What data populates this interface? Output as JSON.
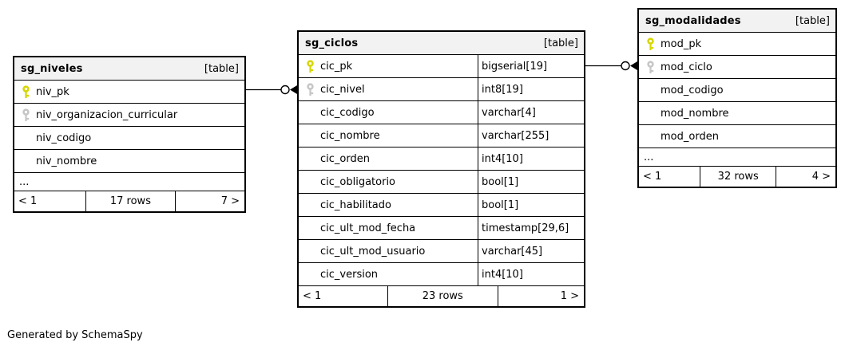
{
  "diagram": {
    "generated_by": "Generated by SchemaSpy",
    "key_colors": {
      "primary": "#d6d600",
      "foreign": "#c6c6c6"
    },
    "tables": [
      {
        "name": "sg_niveles",
        "badge": "[table]",
        "columns": [
          {
            "name": "niv_pk",
            "key": "primary"
          },
          {
            "name": "niv_organizacion_curricular",
            "key": "foreign"
          },
          {
            "name": "niv_codigo"
          },
          {
            "name": "niv_nombre"
          }
        ],
        "ellipsis": "...",
        "paging": {
          "prev": "< 1",
          "rows": "17 rows",
          "next": "7 >"
        }
      },
      {
        "name": "sg_ciclos",
        "badge": "[table]",
        "columns": [
          {
            "name": "cic_pk",
            "key": "primary",
            "type": "bigserial[19]"
          },
          {
            "name": "cic_nivel",
            "key": "foreign",
            "type": "int8[19]"
          },
          {
            "name": "cic_codigo",
            "type": "varchar[4]"
          },
          {
            "name": "cic_nombre",
            "type": "varchar[255]"
          },
          {
            "name": "cic_orden",
            "type": "int4[10]"
          },
          {
            "name": "cic_obligatorio",
            "type": "bool[1]"
          },
          {
            "name": "cic_habilitado",
            "type": "bool[1]"
          },
          {
            "name": "cic_ult_mod_fecha",
            "type": "timestamp[29,6]"
          },
          {
            "name": "cic_ult_mod_usuario",
            "type": "varchar[45]"
          },
          {
            "name": "cic_version",
            "type": "int4[10]"
          }
        ],
        "paging": {
          "prev": "< 1",
          "rows": "23 rows",
          "next": "1 >"
        }
      },
      {
        "name": "sg_modalidades",
        "badge": "[table]",
        "columns": [
          {
            "name": "mod_pk",
            "key": "primary"
          },
          {
            "name": "mod_ciclo",
            "key": "foreign"
          },
          {
            "name": "mod_codigo"
          },
          {
            "name": "mod_nombre"
          },
          {
            "name": "mod_orden"
          }
        ],
        "ellipsis": "...",
        "paging": {
          "prev": "< 1",
          "rows": "32 rows",
          "next": "4 >"
        }
      }
    ],
    "relationships": [
      {
        "from_table": "sg_niveles",
        "from_column": "niv_pk",
        "to_table": "sg_ciclos",
        "to_column": "cic_nivel"
      },
      {
        "from_table": "sg_ciclos",
        "from_column": "cic_pk",
        "to_table": "sg_modalidades",
        "to_column": "mod_ciclo"
      }
    ]
  }
}
